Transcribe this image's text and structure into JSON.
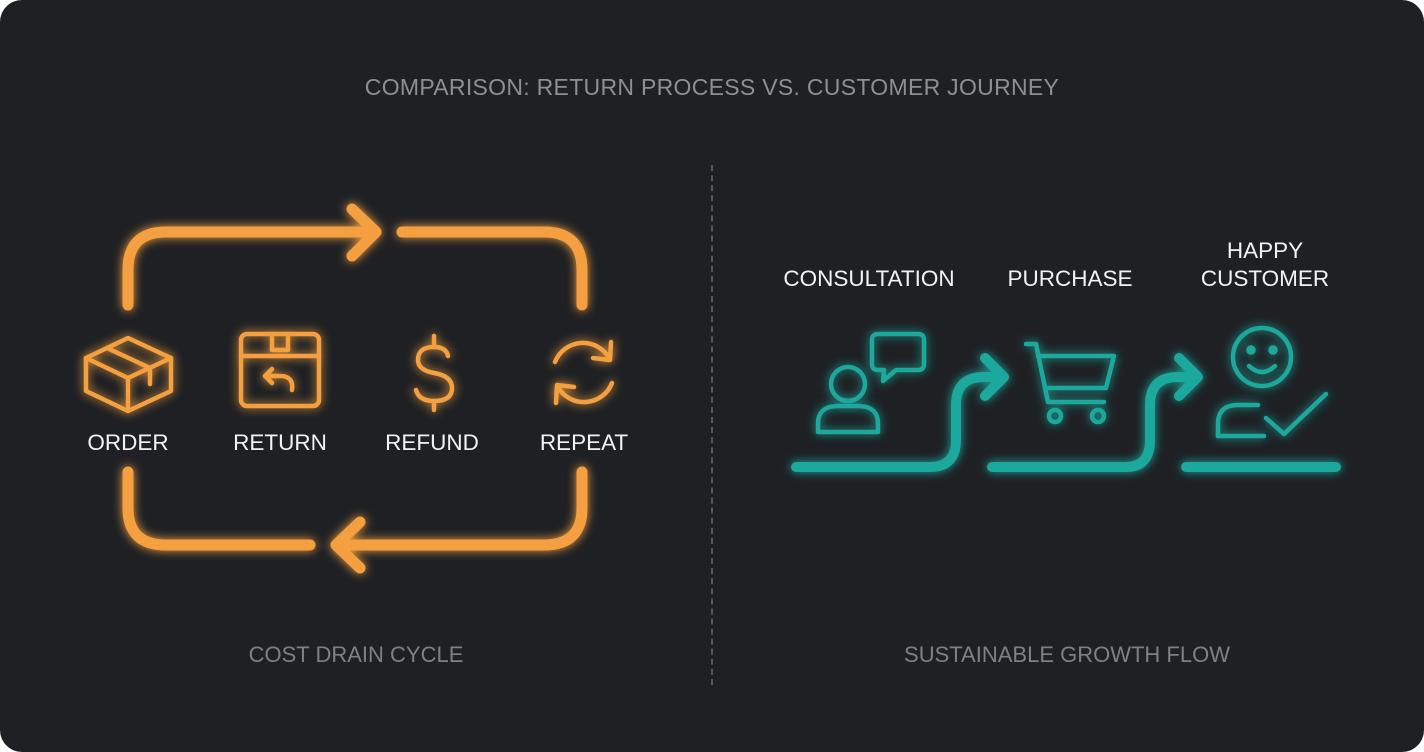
{
  "title": "COMPARISON: RETURN PROCESS VS. CUSTOMER JOURNEY",
  "colors": {
    "background": "#1e2024",
    "cycle_accent": "#f5a03f",
    "growth_accent": "#1fa89c",
    "label": "#f2f2f2",
    "caption": "#7d8085"
  },
  "left": {
    "caption": "COST DRAIN CYCLE",
    "steps": [
      {
        "label": "ORDER",
        "icon": "box-icon"
      },
      {
        "label": "RETURN",
        "icon": "box-return-icon"
      },
      {
        "label": "REFUND",
        "icon": "dollar-icon"
      },
      {
        "label": "REPEAT",
        "icon": "refresh-icon"
      }
    ]
  },
  "right": {
    "caption": "SUSTAINABLE GROWTH FLOW",
    "steps": [
      {
        "label": "CONSULTATION",
        "icon": "person-chat-icon"
      },
      {
        "label": "PURCHASE",
        "icon": "shopping-cart-icon"
      },
      {
        "label_line1": "HAPPY",
        "label_line2": "CUSTOMER",
        "icon": "happy-customer-icon"
      }
    ]
  }
}
